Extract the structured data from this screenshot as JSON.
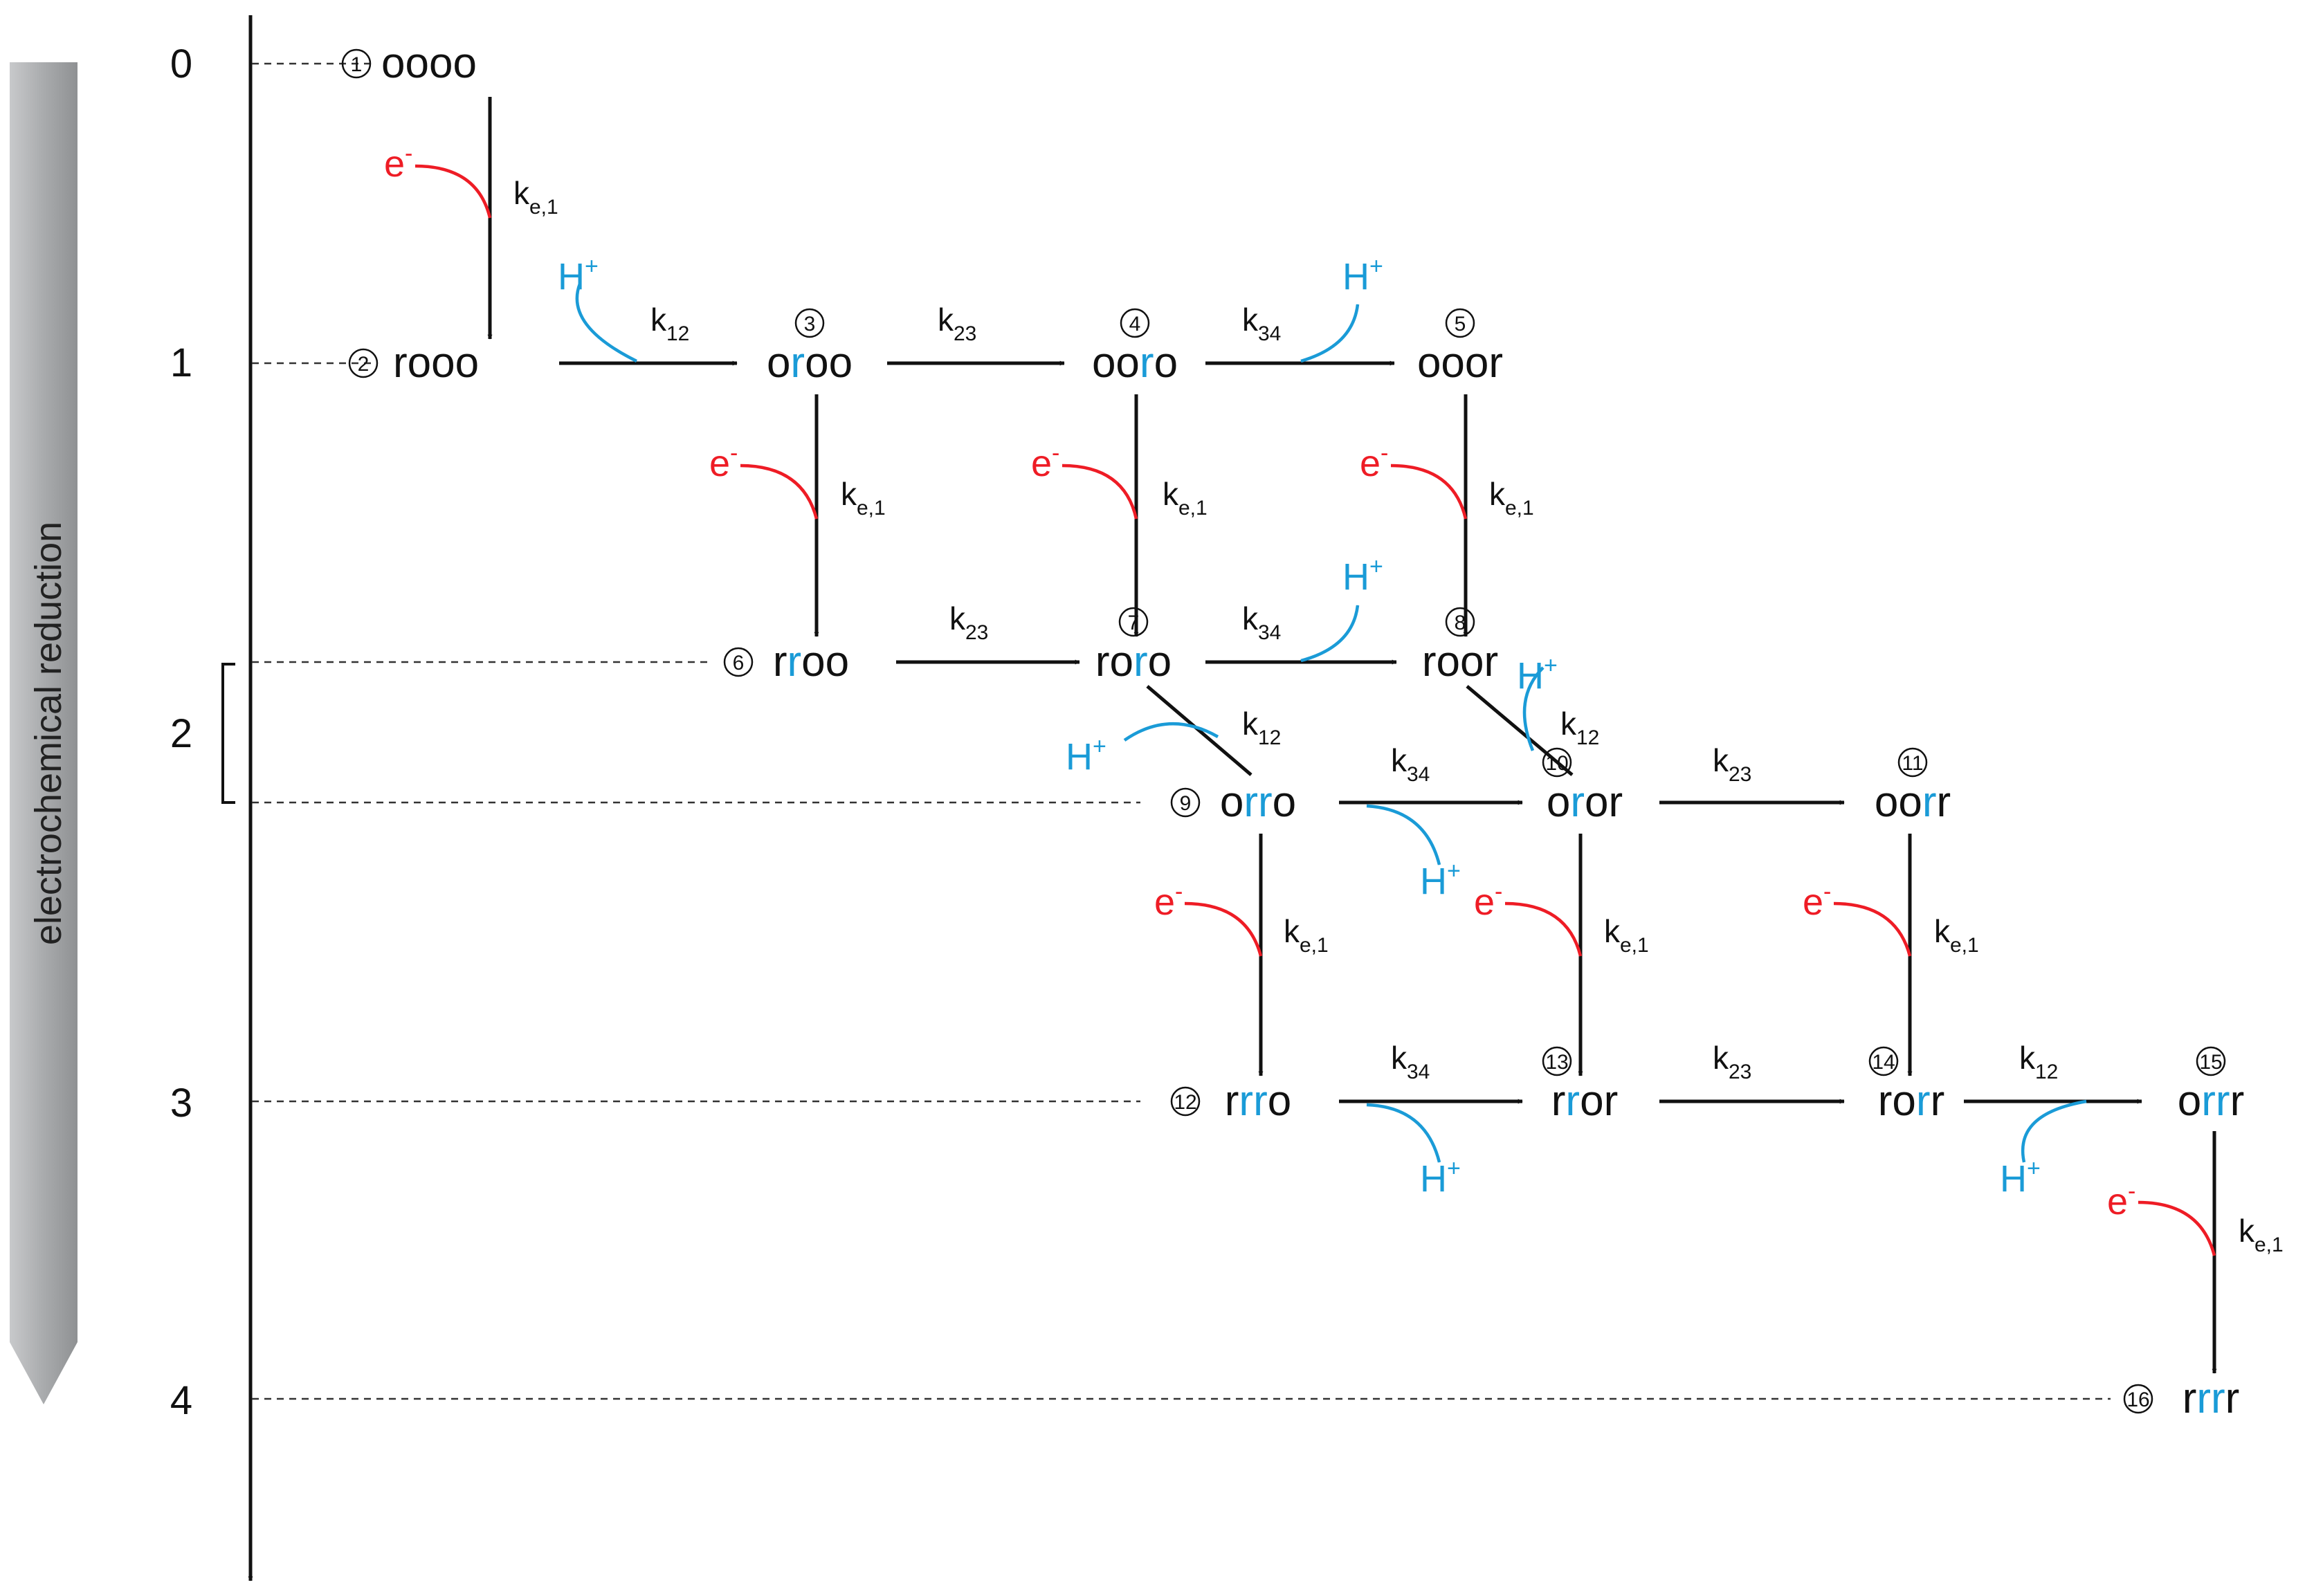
{
  "colors": {
    "reduced_site": "#1a9bd7",
    "electron": "#ee1c25",
    "proton": "#1a9bd7",
    "arrow": "#111111",
    "side_bar_light": "#b4b6b8",
    "side_bar_dark": "#8e9092"
  },
  "y_axis": {
    "label": "electrochemical reduction",
    "ticks": [
      "0",
      "1",
      "2",
      "3",
      "4"
    ]
  },
  "states": [
    {
      "num": "1",
      "label": "oooo"
    },
    {
      "num": "2",
      "label": "rooo"
    },
    {
      "num": "3",
      "label": "oroo"
    },
    {
      "num": "4",
      "label": "ooro"
    },
    {
      "num": "5",
      "label": "ooor"
    },
    {
      "num": "6",
      "label": "rroo"
    },
    {
      "num": "7",
      "label": "roro"
    },
    {
      "num": "8",
      "label": "roor"
    },
    {
      "num": "9",
      "label": "orro"
    },
    {
      "num": "10",
      "label": "oror"
    },
    {
      "num": "11",
      "label": "oorr"
    },
    {
      "num": "12",
      "label": "rrro"
    },
    {
      "num": "13",
      "label": "rror"
    },
    {
      "num": "14",
      "label": "rorr"
    },
    {
      "num": "15",
      "label": "orrr"
    },
    {
      "num": "16",
      "label": "rrrr"
    }
  ],
  "rate_labels": {
    "k": "k",
    "electron_transfer": "e,1",
    "k12": "12",
    "k23": "23",
    "k34": "34"
  },
  "species": {
    "electron": "e",
    "electron_charge": "-",
    "proton": "H",
    "proton_charge": "+"
  }
}
